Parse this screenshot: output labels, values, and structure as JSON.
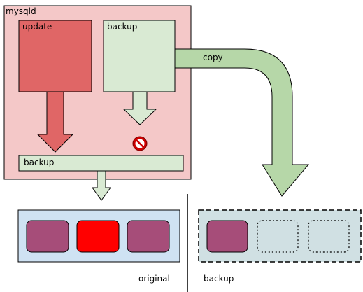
{
  "labels": {
    "process": "mysqld",
    "update": "update",
    "backup_source": "backup",
    "copy": "copy",
    "backup_bar": "backup",
    "original": "original",
    "backup_target": "backup"
  },
  "colors": {
    "process_fill": "#f4c8c8",
    "update_fill": "#e06666",
    "backup_fill": "#d9ead3",
    "arrow_green": "#b6d7a8",
    "arrow_red": "#e06666",
    "slot_purple": "#a64d79",
    "slot_red": "#ff0000",
    "storage_blue": "#cfe2f3",
    "storage_target": "#d0e0e3",
    "no_sign": "#cc0000"
  },
  "original_slots": [
    {
      "state": "purple"
    },
    {
      "state": "red"
    },
    {
      "state": "purple"
    }
  ],
  "backup_slots": [
    {
      "state": "purple"
    },
    {
      "state": "empty"
    },
    {
      "state": "empty"
    }
  ]
}
